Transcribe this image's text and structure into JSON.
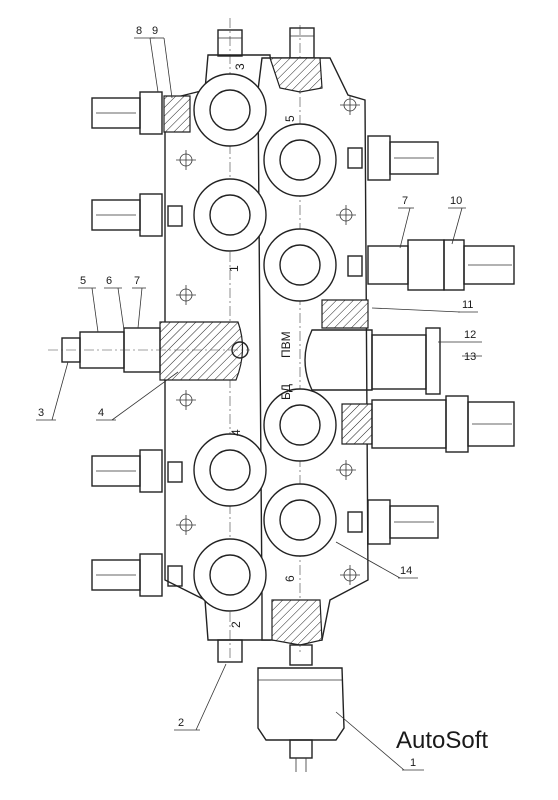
{
  "callouts": [
    "1",
    "2",
    "3",
    "4",
    "5",
    "6",
    "7",
    "8",
    "9",
    "10",
    "11",
    "12",
    "13",
    "14"
  ],
  "callout_extra": {
    "seven_b": "7"
  },
  "body_marks": {
    "pvm": "ПВМ",
    "bd": "БД",
    "n1": "1",
    "n2": "2",
    "n3": "3",
    "n4": "4",
    "n5": "5",
    "n6": "6"
  },
  "watermark": "AutoSoft"
}
